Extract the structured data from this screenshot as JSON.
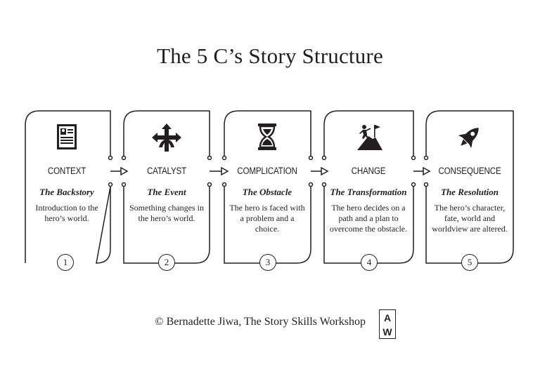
{
  "title": "The 5 C’s Story Structure",
  "steps": [
    {
      "icon": "document-profile-icon",
      "heading": "CONTEXT",
      "subtitle": "The Backstory",
      "description": "Introduction to the hero’s world.",
      "number": "1"
    },
    {
      "icon": "split-arrows-icon",
      "heading": "CATALYST",
      "subtitle": "The Event",
      "description": "Something changes in the hero’s world.",
      "number": "2"
    },
    {
      "icon": "hourglass-icon",
      "heading": "COMPLICATION",
      "subtitle": "The Obstacle",
      "description": "The hero is faced with a problem and a choice.",
      "number": "3"
    },
    {
      "icon": "mountain-flag-climber-icon",
      "heading": "CHANGE",
      "subtitle": "The Transformation",
      "description": "The hero decides on a path and a plan to overcome the obstacle.",
      "number": "4"
    },
    {
      "icon": "rocket-icon",
      "heading": "CONSEQUENCE",
      "subtitle": "The Resolution",
      "description": "The hero’s character, fate, world and worldview are altered.",
      "number": "5"
    }
  ],
  "footer": {
    "credit": "© Bernadette Jiwa, The Story Skills Workshop",
    "logo_top": "A",
    "logo_bottom": "W"
  }
}
